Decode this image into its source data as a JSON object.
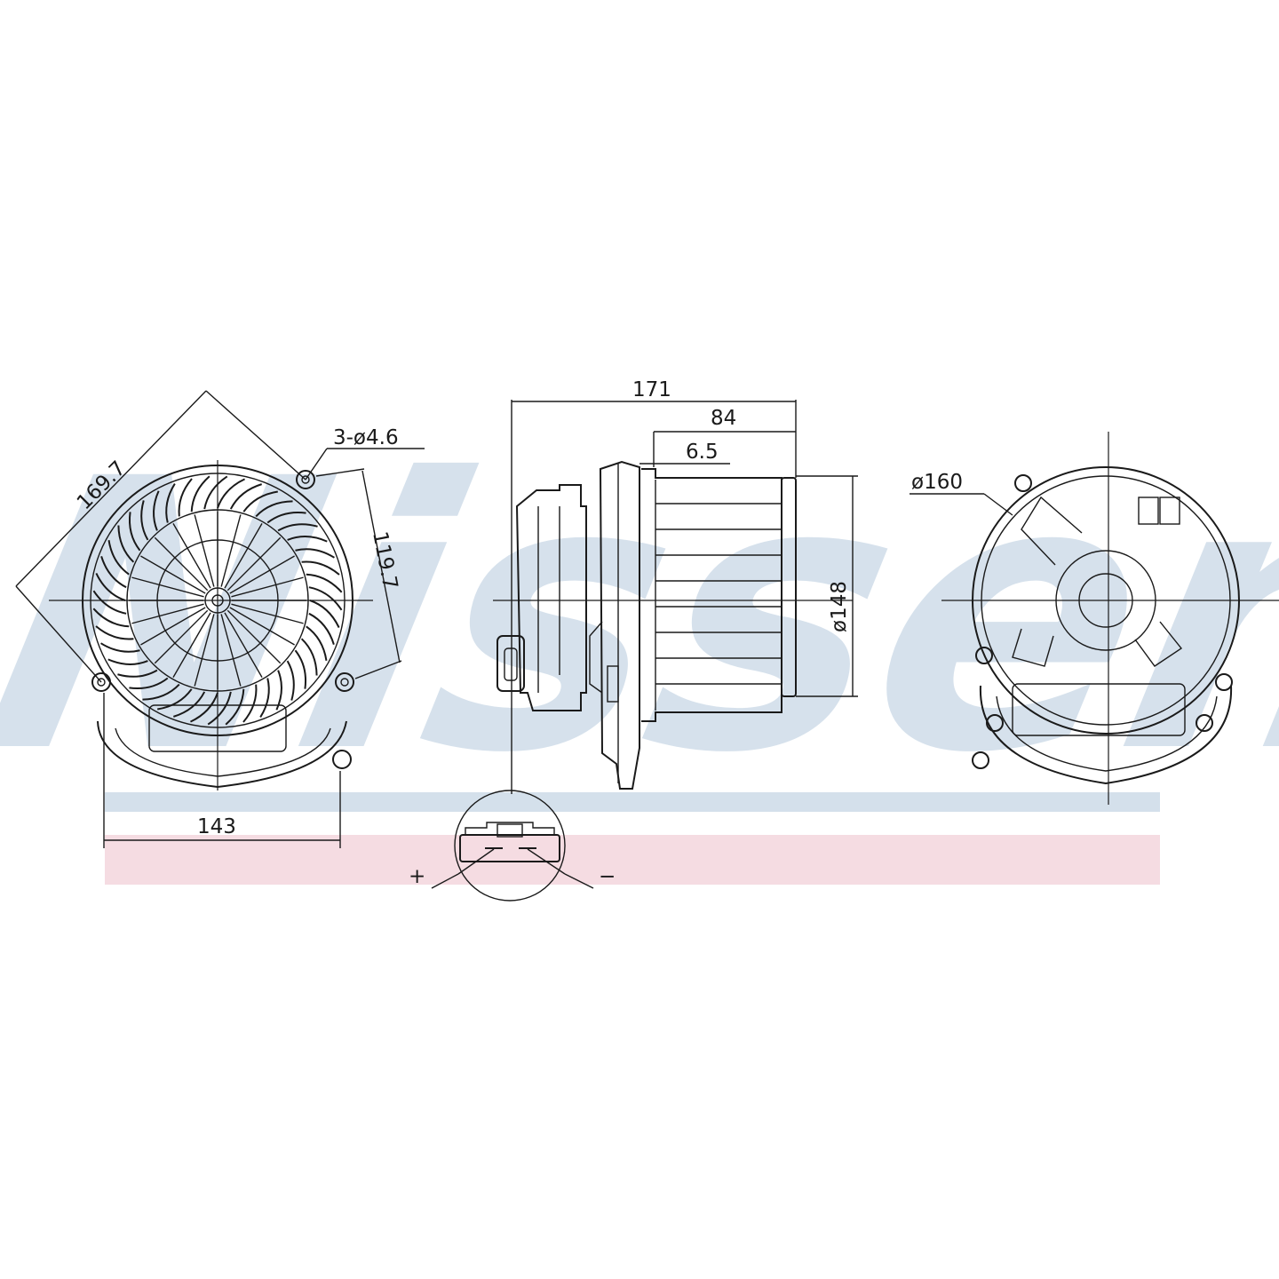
{
  "watermark": {
    "text": "Nissens",
    "color": "#c9d8e6",
    "band_color": "#f3d6dd"
  },
  "dimensions": {
    "front_width": "143",
    "front_diagonal": "169.7",
    "hole_spacing": "119.7",
    "holes": "3-ø4.6",
    "total_length": "171",
    "motor_length": "84",
    "flange_offset": "6.5",
    "motor_diameter": "ø148",
    "outer_diameter": "ø160"
  },
  "connector": {
    "plus": "+",
    "minus": "−"
  }
}
